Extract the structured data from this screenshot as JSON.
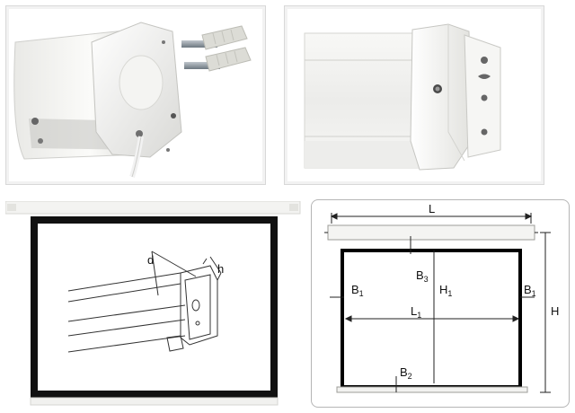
{
  "panels": {
    "top_left": {
      "icon": "wall-mount-bracket-photo-icon"
    },
    "top_right": {
      "icon": "screen-casing-end-cap-photo-icon"
    },
    "bottom_left": {
      "labels": {
        "d": "d",
        "h": "h"
      }
    },
    "bottom_right": {
      "labels": {
        "L": "L",
        "H": "H",
        "H1_main": "H",
        "H1_sub": "1",
        "L1_main": "L",
        "L1_sub": "1",
        "B1_main": "B",
        "B1_sub": "1",
        "B1r_main": "B",
        "B1r_sub": "1",
        "B2_main": "B",
        "B2_sub": "2",
        "B3_main": "B",
        "B3_sub": "3"
      }
    }
  },
  "colors": {
    "device_white": "#f4f4f2",
    "shadow_grey": "#c9c9c9",
    "frame_black": "#111111",
    "line_dark": "#222222"
  }
}
